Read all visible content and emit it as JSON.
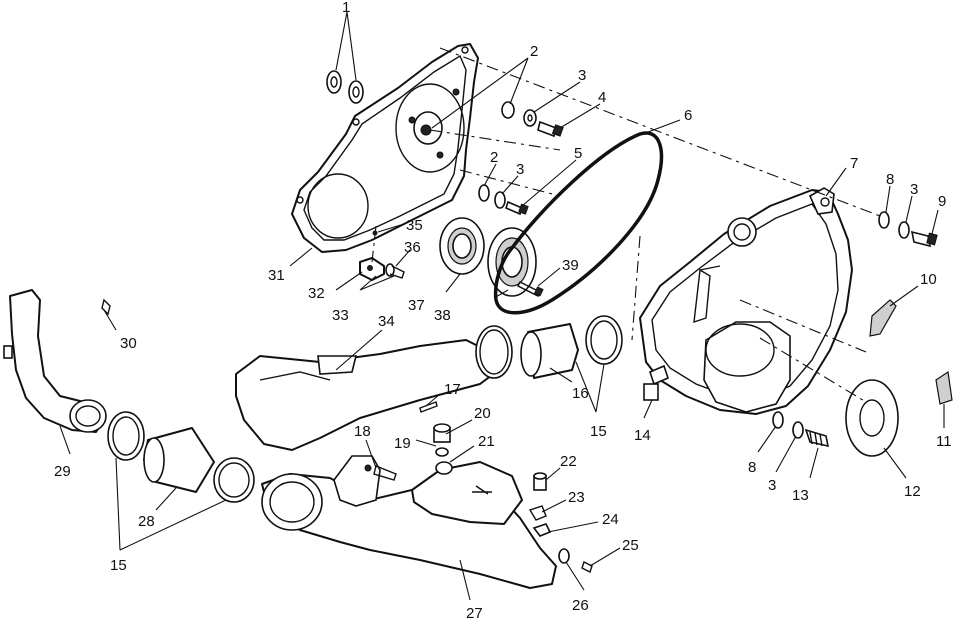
{
  "callouts": [
    {
      "id": "c1",
      "text": "1"
    },
    {
      "id": "c2a",
      "text": "2"
    },
    {
      "id": "c3a",
      "text": "3"
    },
    {
      "id": "c4",
      "text": "4"
    },
    {
      "id": "c6",
      "text": "6"
    },
    {
      "id": "c7",
      "text": "7"
    },
    {
      "id": "c8a",
      "text": "8"
    },
    {
      "id": "c3b",
      "text": "3"
    },
    {
      "id": "c9",
      "text": "9"
    },
    {
      "id": "c2b",
      "text": "2"
    },
    {
      "id": "c3c",
      "text": "3"
    },
    {
      "id": "c5",
      "text": "5"
    },
    {
      "id": "c35",
      "text": "35"
    },
    {
      "id": "c36",
      "text": "36"
    },
    {
      "id": "c31",
      "text": "31"
    },
    {
      "id": "c32",
      "text": "32"
    },
    {
      "id": "c33",
      "text": "33"
    },
    {
      "id": "c37",
      "text": "37"
    },
    {
      "id": "c38",
      "text": "38"
    },
    {
      "id": "c39",
      "text": "39"
    },
    {
      "id": "c10",
      "text": "10"
    },
    {
      "id": "c30",
      "text": "30"
    },
    {
      "id": "c34",
      "text": "34"
    },
    {
      "id": "c16",
      "text": "16"
    },
    {
      "id": "c17",
      "text": "17"
    },
    {
      "id": "c15a",
      "text": "15"
    },
    {
      "id": "c14",
      "text": "14"
    },
    {
      "id": "c11",
      "text": "11"
    },
    {
      "id": "c20",
      "text": "20"
    },
    {
      "id": "c18",
      "text": "18"
    },
    {
      "id": "c19",
      "text": "19"
    },
    {
      "id": "c21",
      "text": "21"
    },
    {
      "id": "c8b",
      "text": "8"
    },
    {
      "id": "c3d",
      "text": "3"
    },
    {
      "id": "c13",
      "text": "13"
    },
    {
      "id": "c12",
      "text": "12"
    },
    {
      "id": "c22",
      "text": "22"
    },
    {
      "id": "c29",
      "text": "29"
    },
    {
      "id": "c23",
      "text": "23"
    },
    {
      "id": "c24",
      "text": "24"
    },
    {
      "id": "c28",
      "text": "28"
    },
    {
      "id": "c25",
      "text": "25"
    },
    {
      "id": "c15b",
      "text": "15"
    },
    {
      "id": "c26",
      "text": "26"
    },
    {
      "id": "c27",
      "text": "27"
    }
  ]
}
